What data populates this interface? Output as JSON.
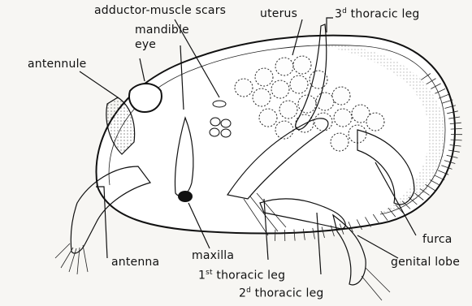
{
  "labels": {
    "adductor_muscle_scars": "adductor-muscle scars",
    "uterus": "uterus",
    "third_leg_sup": "d",
    "third_leg_num": "3",
    "third_leg_text": " thoracic leg",
    "mandible": "mandible",
    "eye": "eye",
    "antennule": "antennule",
    "antenna": "antenna",
    "maxilla": "maxilla",
    "first_leg_num": "1",
    "first_leg_sup": "st",
    "first_leg_text": " thoracic leg",
    "second_leg_num": "2",
    "second_leg_sup": "d",
    "second_leg_text": " thoracic leg",
    "furca": "furca",
    "genital_lobe": "genital lobe"
  },
  "colors": {
    "ink": "#111111",
    "paper": "#f7f6f3"
  }
}
